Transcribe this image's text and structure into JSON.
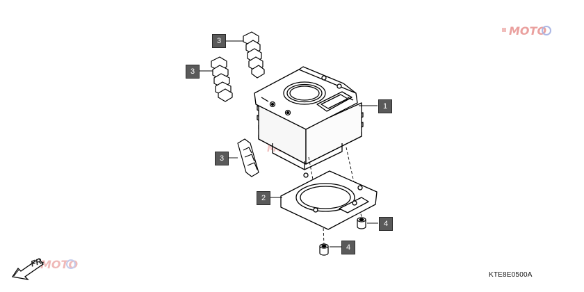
{
  "diagram": {
    "reference_code": "KTE8E0500A",
    "direction_label": "FR.",
    "watermark_text": "MOTO",
    "callouts": [
      {
        "id": "callout-3a",
        "label": "3"
      },
      {
        "id": "callout-3b",
        "label": "3"
      },
      {
        "id": "callout-3c",
        "label": "3"
      },
      {
        "id": "callout-1",
        "label": "1"
      },
      {
        "id": "callout-2",
        "label": "2"
      },
      {
        "id": "callout-4a",
        "label": "4"
      },
      {
        "id": "callout-4b",
        "label": "4"
      }
    ],
    "colors": {
      "line": "#000000",
      "callout_fill": "#5a5a5a",
      "watermark_red": "#d9534f",
      "watermark_blue": "#6a7fd0"
    }
  }
}
